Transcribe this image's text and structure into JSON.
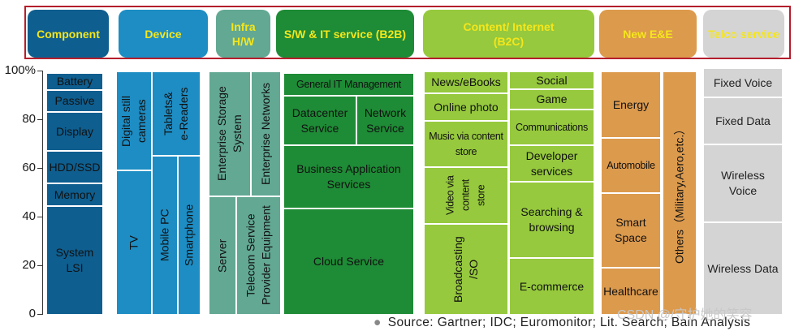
{
  "headers": {
    "component": "Component",
    "device": "Device",
    "infra": "Infra\nH/W",
    "sw_it": "S/W & IT service (B2B)",
    "content": "Content/ Internet\n(B2C)",
    "new_ee": "New E&E",
    "telco": "Telco service"
  },
  "y_axis": {
    "ticks": [
      "100%",
      "80",
      "60",
      "40",
      "20",
      "0"
    ]
  },
  "component": {
    "battery": "Battery",
    "passive": "Passive",
    "display": "Display",
    "hdd_ssd": "HDD/SSD",
    "memory": "Memory",
    "system_lsi": "System\nLSI"
  },
  "device": {
    "digital_still_cameras": "Digital still\ncameras",
    "tablets_ereaders": "Tablets&\ne-Readers",
    "tv": "TV",
    "mobile_pc": "Mobile PC",
    "smartphone": "Smartphone"
  },
  "infra": {
    "enterprise_storage": "Enterprise Storage\nSystem",
    "enterprise_networks": "Enterprise Networks",
    "server": "Server",
    "telecom_equipment": "Telecom Service\nProvider Equipment"
  },
  "sw_it": {
    "general_it": "General IT Management",
    "datacenter": "Datacenter\nService",
    "network": "Network\nService",
    "business_app": "Business Application\nServices",
    "cloud": "Cloud Service"
  },
  "content": {
    "news_ebooks": "News/eBooks",
    "online_photo": "Online photo",
    "music": "Music via content\nstore",
    "video": "Video via\ncontent\nstore",
    "broadcasting": "Broadcasting\n/SO",
    "social": "Social",
    "game": "Game",
    "communications": "Communications",
    "developer": "Developer\nservices",
    "searching": "Searching &\nbrowsing",
    "ecommerce": "E-commerce"
  },
  "new_ee": {
    "energy": "Energy",
    "automobile": "Automobile",
    "smart_space": "Smart\nSpace",
    "healthcare": "Healthcare",
    "others": "Others（Military,Aero,etc.）"
  },
  "telco": {
    "fixed_voice": "Fixed  Voice",
    "fixed_data": "Fixed  Data",
    "wireless_voice": "Wireless\nVoice",
    "wireless_data": "Wireless Data"
  },
  "source": "Source:  Gartner;  IDC;  Euromonitor;  Lit. Search;  Bain Analysis",
  "watermark": "CSDN @/守护她的笑容",
  "colors": {
    "frame": "#b41e2c",
    "component": "#0e5e8f",
    "device": "#1d8dc4",
    "infra": "#62a893",
    "sw_it": "#1e8b36",
    "content": "#96c93d",
    "new_ee": "#dc9a4d",
    "telco": "#d4d4d4"
  }
}
